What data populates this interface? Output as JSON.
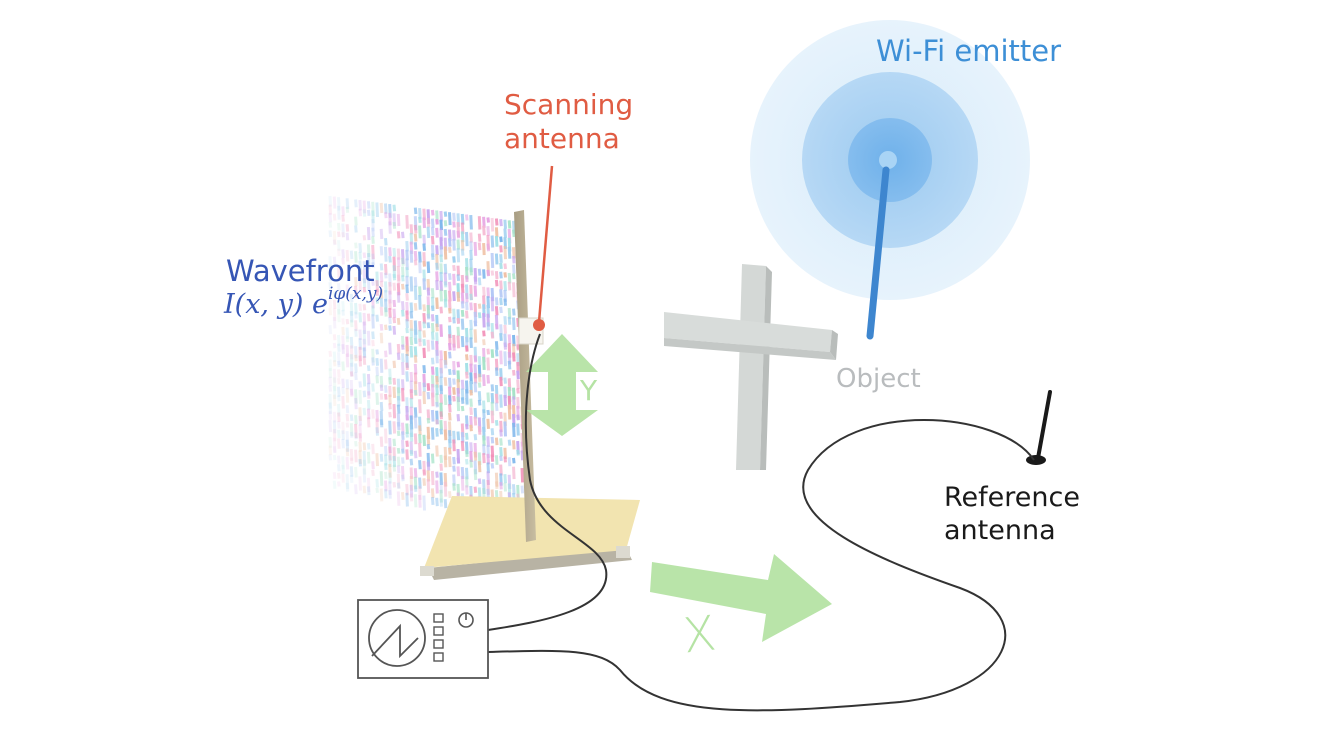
{
  "labels": {
    "wifi_emitter": "Wi-Fi emitter",
    "scanning_antenna": "Scanning\nantenna",
    "wavefront": "Wavefront",
    "wavefront_formula": {
      "base": "I(x, y) e",
      "exponent": "iφ(x,y)"
    },
    "object": "Object",
    "reference_antenna": "Reference\nantenna",
    "axis_y": "Y",
    "axis_x": "X"
  },
  "colors": {
    "wifi_emitter": "#3d8fd6",
    "scanning_antenna": "#e05c43",
    "wavefront": "#3656b5",
    "object": "#b9bcbe",
    "reference_antenna": "#1a1a1a",
    "axis_arrows": "#b5e3a4",
    "cross_object": "#c9cdcb",
    "stand_base": "#f1e3ad",
    "emitter_glow": "#3c8fd8"
  },
  "icons": {
    "instrument": "oscilloscope-icon",
    "object": "cross-shape",
    "emitter": "radio-wave-sphere"
  }
}
